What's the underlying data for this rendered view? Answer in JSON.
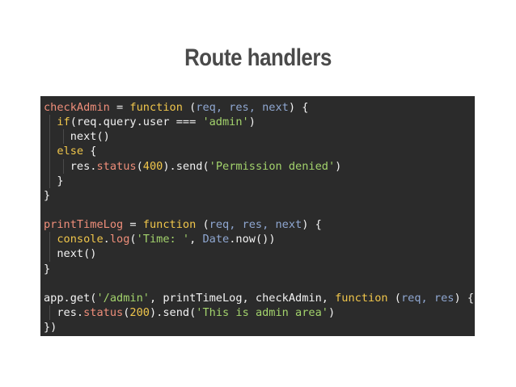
{
  "slide": {
    "title": "Route handlers"
  },
  "code": {
    "lines": [
      {
        "indent": 0,
        "tokens": [
          {
            "t": "checkAdmin",
            "c": "fn"
          },
          {
            "t": " = ",
            "c": "pl"
          },
          {
            "t": "function",
            "c": "kw"
          },
          {
            "t": " (",
            "c": "pl"
          },
          {
            "t": "req, res, next",
            "c": "param"
          },
          {
            "t": ") {",
            "c": "pl"
          }
        ]
      },
      {
        "indent": 1,
        "tokens": [
          {
            "t": "if",
            "c": "kw"
          },
          {
            "t": "(req.query.user === ",
            "c": "pl"
          },
          {
            "t": "'admin'",
            "c": "str"
          },
          {
            "t": ")",
            "c": "pl"
          }
        ]
      },
      {
        "indent": 2,
        "tokens": [
          {
            "t": "next()",
            "c": "pl"
          }
        ]
      },
      {
        "indent": 1,
        "tokens": [
          {
            "t": "else",
            "c": "kw"
          },
          {
            "t": " {",
            "c": "pl"
          }
        ]
      },
      {
        "indent": 2,
        "tokens": [
          {
            "t": "res.",
            "c": "pl"
          },
          {
            "t": "status",
            "c": "fn"
          },
          {
            "t": "(",
            "c": "pl"
          },
          {
            "t": "400",
            "c": "num"
          },
          {
            "t": ").send(",
            "c": "pl"
          },
          {
            "t": "'Permission denied'",
            "c": "str"
          },
          {
            "t": ")",
            "c": "pl"
          }
        ]
      },
      {
        "indent": 1,
        "tokens": [
          {
            "t": "}",
            "c": "pl"
          }
        ]
      },
      {
        "indent": 0,
        "tokens": [
          {
            "t": "}",
            "c": "pl"
          }
        ]
      },
      {
        "indent": 0,
        "tokens": []
      },
      {
        "indent": 0,
        "tokens": [
          {
            "t": "printTimeLog",
            "c": "fn"
          },
          {
            "t": " = ",
            "c": "pl"
          },
          {
            "t": "function",
            "c": "kw"
          },
          {
            "t": " (",
            "c": "pl"
          },
          {
            "t": "req, res, next",
            "c": "param"
          },
          {
            "t": ") {",
            "c": "pl"
          }
        ]
      },
      {
        "indent": 1,
        "tokens": [
          {
            "t": "console",
            "c": "kw"
          },
          {
            "t": ".",
            "c": "pl"
          },
          {
            "t": "log",
            "c": "fn"
          },
          {
            "t": "(",
            "c": "pl"
          },
          {
            "t": "'Time: '",
            "c": "str"
          },
          {
            "t": ", ",
            "c": "pl"
          },
          {
            "t": "Date",
            "c": "blue"
          },
          {
            "t": ".now())",
            "c": "pl"
          }
        ]
      },
      {
        "indent": 1,
        "tokens": [
          {
            "t": "next()",
            "c": "pl"
          }
        ]
      },
      {
        "indent": 0,
        "tokens": [
          {
            "t": "}",
            "c": "pl"
          }
        ]
      },
      {
        "indent": 0,
        "tokens": []
      },
      {
        "indent": 0,
        "tokens": [
          {
            "t": "app.get(",
            "c": "pl"
          },
          {
            "t": "'/admin'",
            "c": "str"
          },
          {
            "t": ", printTimeLog, checkAdmin, ",
            "c": "pl"
          },
          {
            "t": "function",
            "c": "kw"
          },
          {
            "t": " (",
            "c": "pl"
          },
          {
            "t": "req, res",
            "c": "param"
          },
          {
            "t": ") {",
            "c": "pl"
          }
        ]
      },
      {
        "indent": 1,
        "tokens": [
          {
            "t": "res.",
            "c": "pl"
          },
          {
            "t": "status",
            "c": "fn"
          },
          {
            "t": "(",
            "c": "pl"
          },
          {
            "t": "200",
            "c": "num"
          },
          {
            "t": ").send(",
            "c": "pl"
          },
          {
            "t": "'This is admin area'",
            "c": "str"
          },
          {
            "t": ")",
            "c": "pl"
          }
        ]
      },
      {
        "indent": 0,
        "tokens": [
          {
            "t": "})",
            "c": "pl"
          }
        ]
      }
    ]
  }
}
